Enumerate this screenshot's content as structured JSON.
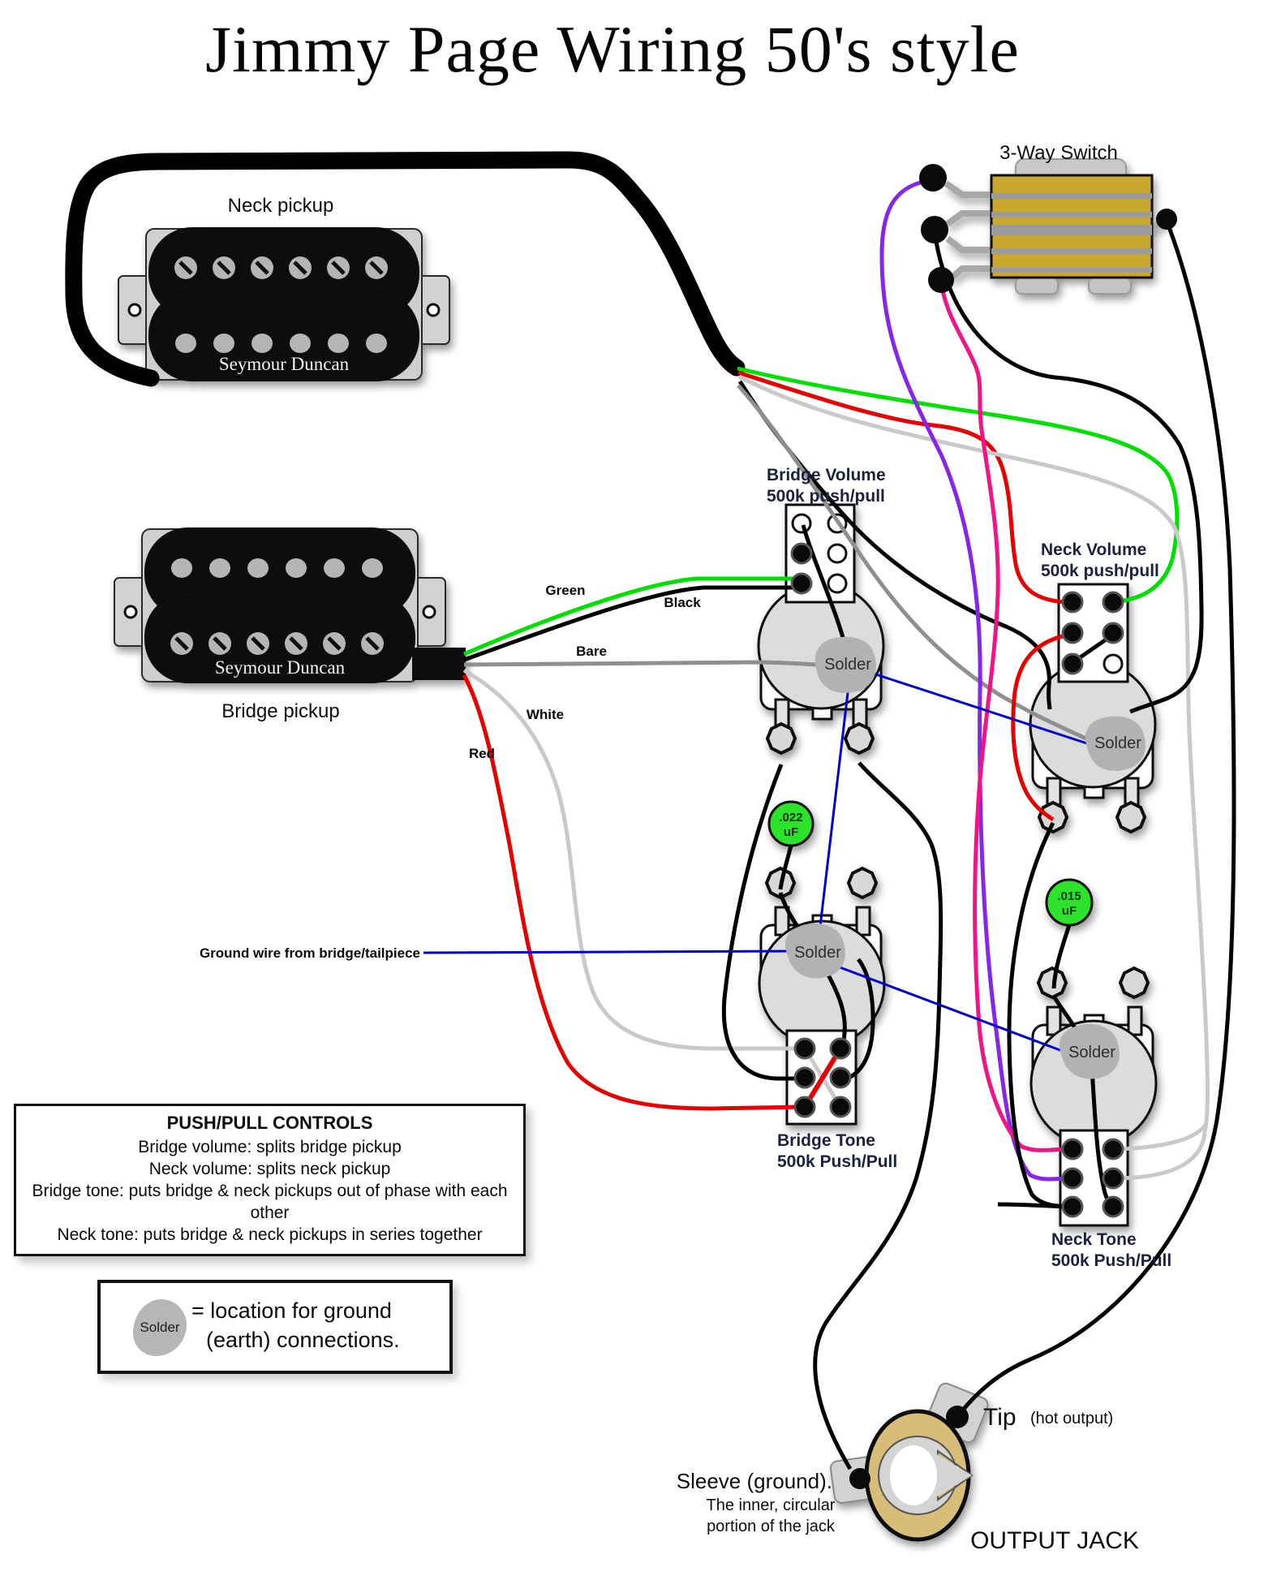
{
  "title": "Jimmy Page Wiring 50's style",
  "labels": {
    "neck_pickup": "Neck pickup",
    "bridge_pickup": "Bridge pickup",
    "pickup_brand": "Seymour Duncan",
    "three_way_switch": "3-Way Switch",
    "bridge_volume_line1": "Bridge Volume",
    "bridge_volume_line2": "500k push/pull",
    "neck_volume_line1": "Neck Volume",
    "neck_volume_line2": "500k push/pull",
    "bridge_tone_line1": "Bridge Tone",
    "bridge_tone_line2": "500k Push/Pull",
    "neck_tone_line1": "Neck Tone",
    "neck_tone_line2": "500k Push/Pull",
    "solder": "Solder",
    "cap_bridge_value": ".022",
    "cap_neck_value": ".015",
    "cap_unit": "uF",
    "wire_green": "Green",
    "wire_black": "Black",
    "wire_bare": "Bare",
    "wire_white": "White",
    "wire_red": "Red",
    "ground_wire": "Ground wire from bridge/tailpiece",
    "tip": "Tip",
    "tip_sub": "(hot output)",
    "sleeve": "Sleeve (ground).",
    "sleeve_sub1": "The inner, circular",
    "sleeve_sub2": "portion of the jack",
    "output_jack": "OUTPUT JACK"
  },
  "info_box": {
    "title": "PUSH/PULL CONTROLS",
    "lines": [
      "Bridge volume: splits bridge pickup",
      "Neck volume: splits neck pickup",
      "Bridge tone: puts bridge & neck pickups out of phase with each other",
      "Neck tone: puts bridge & neck pickups in series together"
    ]
  },
  "legend_box": {
    "line1": "= location for ground",
    "line2": "(earth) connections."
  },
  "colors": {
    "green": "#00dd00",
    "red": "#e60000",
    "black": "#000000",
    "bare": "#8f8f8f",
    "white": "#c9c9c9",
    "purple": "#8626e8",
    "pink": "#f01486",
    "blue": "#0000cc",
    "cable": "#000000",
    "cap_green": "#2be32b",
    "switch_gold": "#c9a62f",
    "jack_gold": "#d7bd78"
  }
}
